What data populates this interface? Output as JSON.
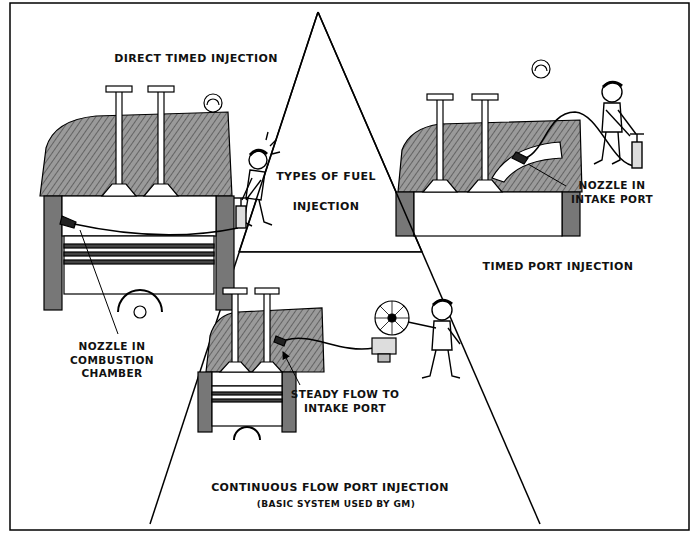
{
  "diagram": {
    "nodes": [
      {
        "text": [
          "TYPES OF FUEL INJECTION"
        ]
      }
    ],
    "labels": [
      "DIRECT TIMED INJECTION",
      "NOZZLE IN INTAKE PORT",
      "TIMED PORT INJECTION",
      "NOZZLE IN COMBUSTION CHAMBER",
      "STEADY FLOW TO INTAKE PORT",
      "CONTINUOUS FLOW PORT INJECTION",
      "(BASIC SYSTEM USED BY GM)"
    ]
  }
}
